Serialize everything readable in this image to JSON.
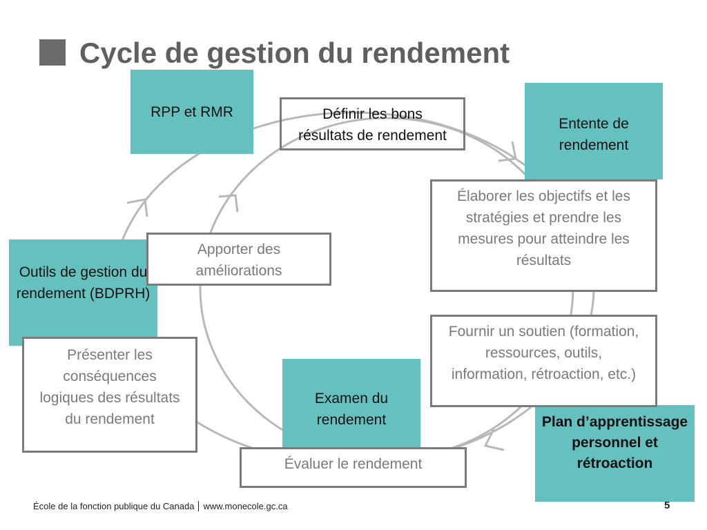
{
  "title": "Cycle de gestion du rendement",
  "colors": {
    "teal": "#65c0c0",
    "box_border": "#7a7a7a",
    "cycle": "#b8b8b8",
    "title": "#5f5f5f"
  },
  "teal_boxes": {
    "rpp": "RPP et RMR",
    "entente": "Entente de rendement",
    "outils": "Outils de gestion du rendement (BDPRH)",
    "examen": "Examen du rendement",
    "plan": "Plan d’apprentissage personnel et rétroaction"
  },
  "steps": {
    "definir": "Définir les bons résultats de rendement",
    "elaborer": "Élaborer les objectifs et les stratégies et prendre les mesures pour atteindre les résultats",
    "fournir": "Fournir un soutien (formation, ressources, outils, information, rétroaction, etc.)",
    "evaluer": "Évaluer le rendement",
    "presenter": "Présenter les conséquences logiques des résultats du rendement",
    "apporter": "Apporter des améliorations"
  },
  "footer": {
    "school": "École de la fonction publique du Canada",
    "url": "www.monecole.gc.ca",
    "page": "5"
  }
}
